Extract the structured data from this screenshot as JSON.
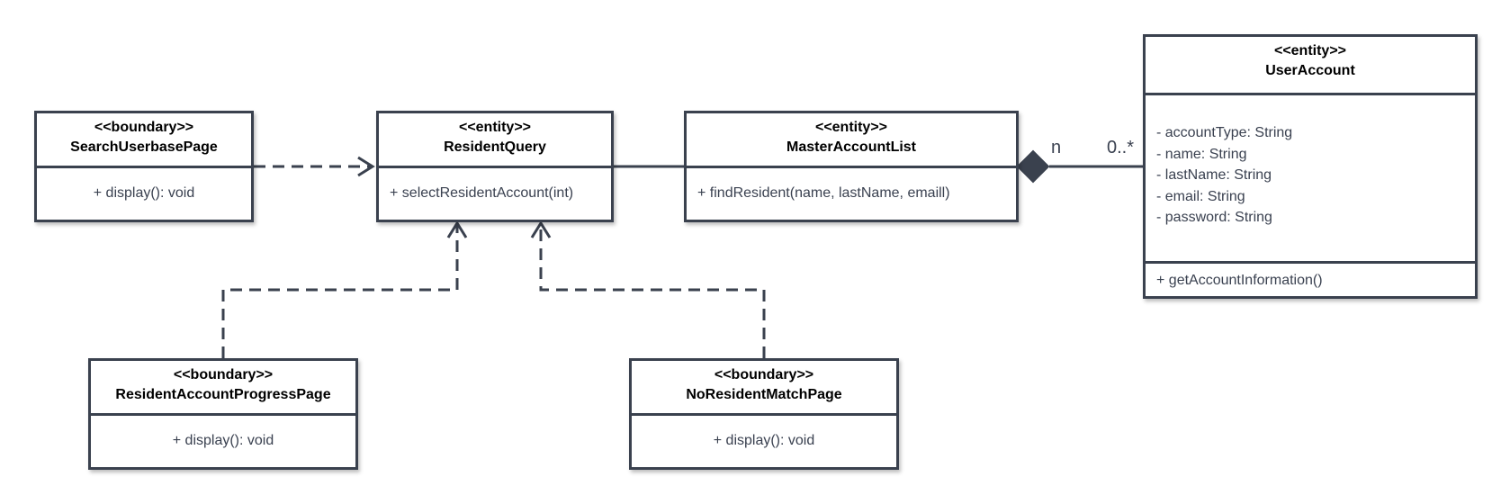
{
  "classes": {
    "search_userbase_page": {
      "stereotype": "<<boundary>>",
      "name": "SearchUserbasePage",
      "operations": [
        "+ display(): void"
      ]
    },
    "resident_query": {
      "stereotype": "<<entity>>",
      "name": "ResidentQuery",
      "operations": [
        "+ selectResidentAccount(int)"
      ]
    },
    "master_account_list": {
      "stereotype": "<<entity>>",
      "name": "MasterAccountList",
      "operations": [
        "+ findResident(name, lastName, emaill)"
      ]
    },
    "user_account": {
      "stereotype": "<<entity>>",
      "name": "UserAccount",
      "attributes": [
        "- accountType: String",
        "- name: String",
        "- lastName: String",
        "- email: String",
        "- password: String"
      ],
      "operations": [
        "+ getAccountInformation()"
      ]
    },
    "resident_account_progress_page": {
      "stereotype": "<<boundary>>",
      "name": "ResidentAccountProgressPage",
      "operations": [
        "+ display(): void"
      ]
    },
    "no_resident_match_page": {
      "stereotype": "<<boundary>>",
      "name": "NoResidentMatchPage",
      "operations": [
        "+ display(): void"
      ]
    }
  },
  "composition": {
    "source_multiplicity": "n",
    "target_multiplicity": "0..*"
  }
}
